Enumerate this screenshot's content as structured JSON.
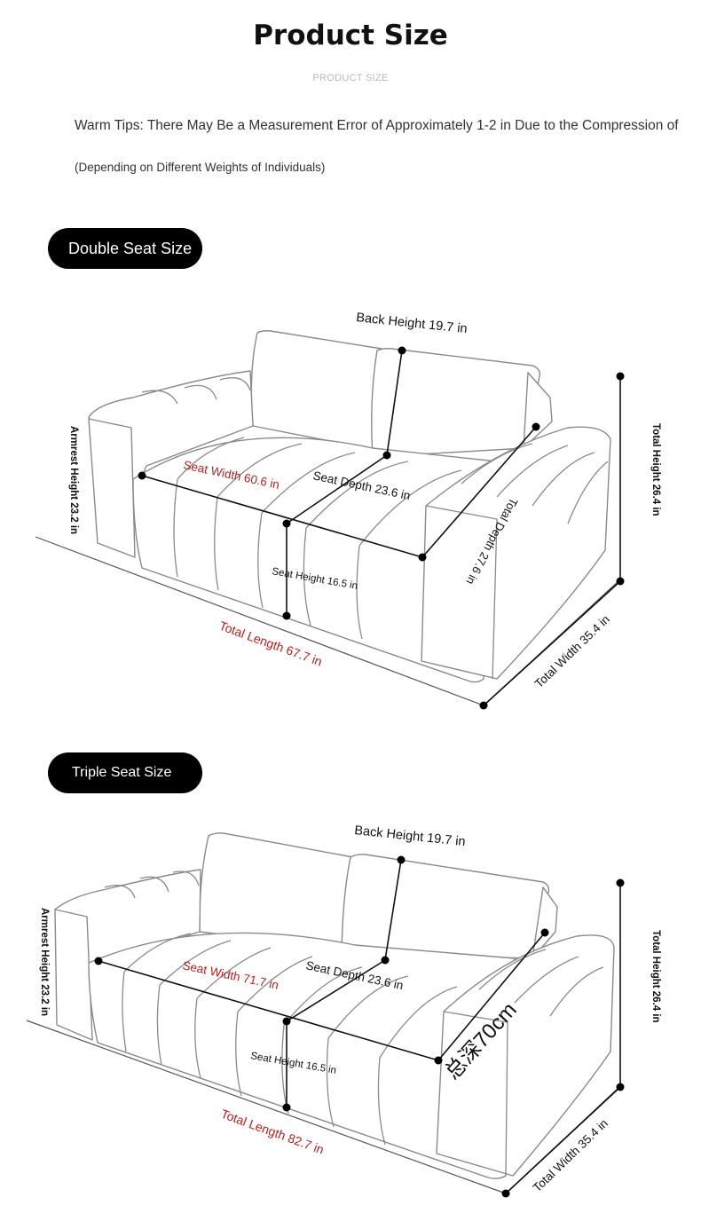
{
  "header": {
    "title": "Product Size",
    "subtitle": "PRODUCT SIZE",
    "tip": "Warm Tips: There May Be a Measurement Error of Approximately 1-2 in Due to the Compression of",
    "tip_note": "(Depending on Different Weights of Individuals)"
  },
  "double": {
    "section_label": "Double Seat Size",
    "back_height": "Back Height 19.7 in",
    "armrest_height": "Armrest Height 23.2 in",
    "total_height": "Total Height 26.4 in",
    "seat_width": "Seat Width 60.6 in",
    "seat_depth": "Seat Depth 23.6 in",
    "total_depth": "Total Depth 27.6 in",
    "seat_height": "Seat Height 16.5 in",
    "total_length": "Total Length 67.7 in",
    "total_width": "Total Width 35.4 in"
  },
  "triple": {
    "section_label": "Triple Seat Size",
    "back_height": "Back Height 19.7 in",
    "armrest_height": "Armrest Height 23.2 in",
    "total_height": "Total Height 26.4 in",
    "seat_width": "Seat Width 71.7 in",
    "seat_depth": "Seat Depth 23.6 in",
    "total_depth": "总深70cm",
    "seat_height": "Seat Height 16.5 in",
    "total_length": "Total Length 82.7 in",
    "total_width": "Total Width 35.4 in"
  }
}
